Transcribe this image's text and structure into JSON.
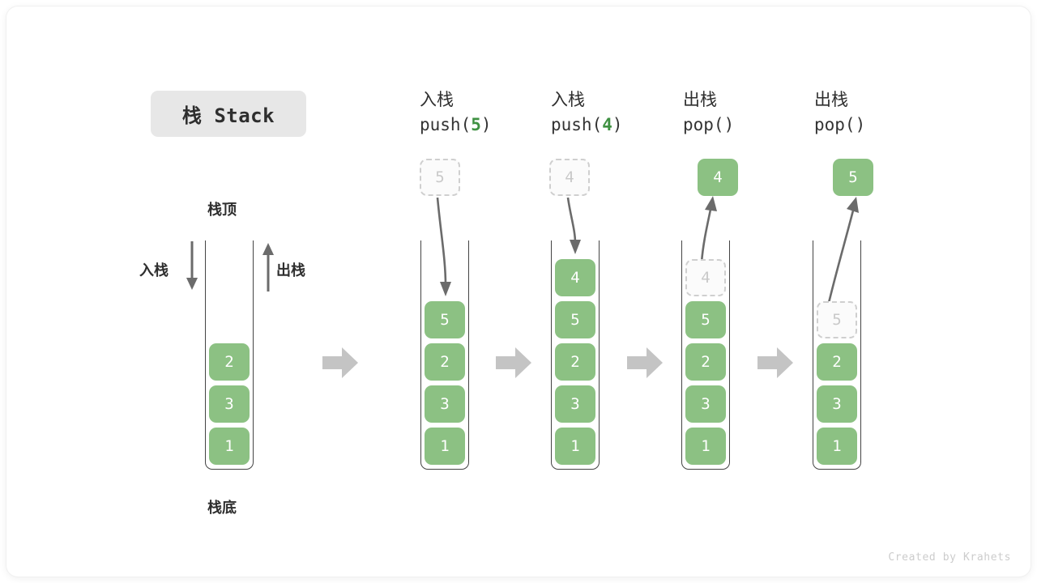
{
  "title": {
    "chip_label": "栈 Stack"
  },
  "colors": {
    "cell_fill": "#8cc183",
    "cell_text": "#ffffff",
    "ghost_border": "#cfcfcf",
    "ghost_text": "#c9c9c9",
    "accent_number": "#3f9142",
    "step_arrow": "#c4c4c4",
    "curve_arrow": "#6b6b6b",
    "chip_bg": "#e7e7e7",
    "text": "#2e2e2e"
  },
  "legend": {
    "top_label": "栈顶",
    "bottom_label": "栈底",
    "push_label": "入栈",
    "pop_label": "出栈"
  },
  "columns": [
    {
      "id": "initial",
      "head_cn": "",
      "head_code_prefix": "",
      "head_code_num": "",
      "head_code_suffix": "",
      "cells": [
        "2",
        "3",
        "1"
      ],
      "floating_cell": null,
      "floating_state": null
    },
    {
      "id": "push-5",
      "head_cn": "入栈",
      "head_code_prefix": "push(",
      "head_code_num": "5",
      "head_code_suffix": ")",
      "cells": [
        "5",
        "2",
        "3",
        "1"
      ],
      "floating_cell": "5",
      "floating_state": "ghost"
    },
    {
      "id": "push-4",
      "head_cn": "入栈",
      "head_code_prefix": "push(",
      "head_code_num": "4",
      "head_code_suffix": ")",
      "cells": [
        "4",
        "5",
        "2",
        "3",
        "1"
      ],
      "floating_cell": "4",
      "floating_state": "ghost"
    },
    {
      "id": "pop-4",
      "head_cn": "出栈",
      "head_code_prefix": "pop(",
      "head_code_num": "",
      "head_code_suffix": ")",
      "cells": [
        "5",
        "2",
        "3",
        "1"
      ],
      "in_stack_ghost": "4",
      "floating_cell": "4",
      "floating_state": "solid"
    },
    {
      "id": "pop-5",
      "head_cn": "出栈",
      "head_code_prefix": "pop(",
      "head_code_num": "",
      "head_code_suffix": ")",
      "cells": [
        "2",
        "3",
        "1"
      ],
      "in_stack_ghost": "5",
      "floating_cell": "5",
      "floating_state": "solid"
    }
  ],
  "credit": "Created by Krahets"
}
